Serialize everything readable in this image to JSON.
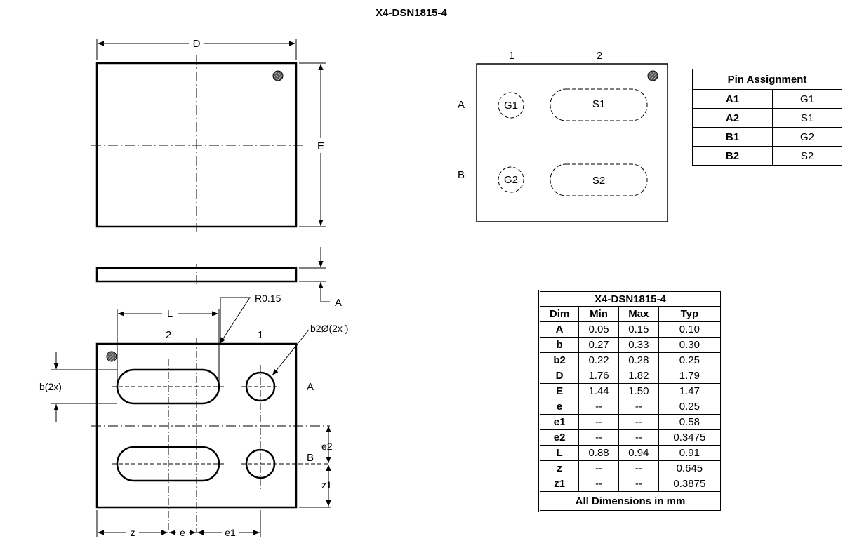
{
  "title": "X4-DSN1815-4",
  "top_view": {
    "dim_width": "D",
    "dim_height": "E"
  },
  "side_view": {
    "datum": "A"
  },
  "bottom_view": {
    "radius_label": "R0.15",
    "length_label": "L",
    "b2_label": "b2Ø(2x  )",
    "b_label": "b(2x)",
    "col_labels": [
      "2",
      "1"
    ],
    "row_labels": [
      "A",
      "B"
    ],
    "z_label": "z",
    "e_label": "e",
    "e1_label": "e1",
    "e2_label": "e2",
    "z1_label": "z1"
  },
  "pin_view": {
    "col_labels": [
      "1",
      "2"
    ],
    "row_labels": [
      "A",
      "B"
    ],
    "pads": [
      "G1",
      "S1",
      "G2",
      "S2"
    ]
  },
  "pin_table": {
    "header": "Pin Assignment",
    "rows": [
      [
        "A1",
        "G1"
      ],
      [
        "A2",
        "S1"
      ],
      [
        "B1",
        "G2"
      ],
      [
        "B2",
        "S2"
      ]
    ]
  },
  "dim_table": {
    "caption": "X4-DSN1815-4",
    "headers": [
      "Dim",
      "Min",
      "Max",
      "Typ"
    ],
    "rows": [
      [
        "A",
        "0.05",
        "0.15",
        "0.10"
      ],
      [
        "b",
        "0.27",
        "0.33",
        "0.30"
      ],
      [
        "b2",
        "0.22",
        "0.28",
        "0.25"
      ],
      [
        "D",
        "1.76",
        "1.82",
        "1.79"
      ],
      [
        "E",
        "1.44",
        "1.50",
        "1.47"
      ],
      [
        "e",
        "--",
        "--",
        "0.25"
      ],
      [
        "e1",
        "--",
        "--",
        "0.58"
      ],
      [
        "e2",
        "--",
        "--",
        "0.3475"
      ],
      [
        "L",
        "0.88",
        "0.94",
        "0.91"
      ],
      [
        "z",
        "--",
        "--",
        "0.645"
      ],
      [
        "z1",
        "--",
        "--",
        "0.3875"
      ]
    ],
    "footer": "All Dimensions in mm"
  }
}
